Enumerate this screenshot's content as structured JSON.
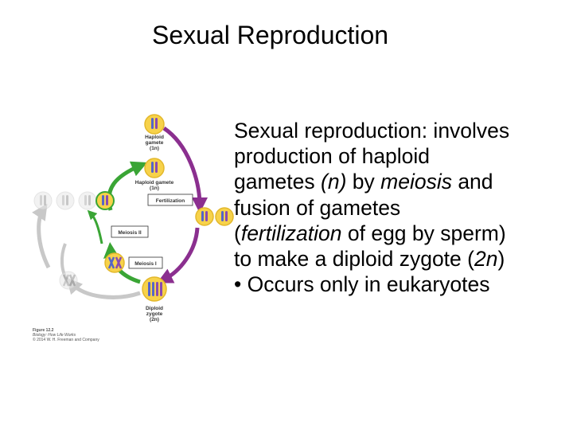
{
  "slide": {
    "title": "Sexual Reproduction",
    "body": {
      "l1_a": "Sexual reproduction: involves",
      "l2_a": "production of haploid",
      "l3_a": "gametes ",
      "l3_b": "(n)",
      "l3_c": " by ",
      "l3_d": "meiosis",
      "l3_e": " and",
      "l4_a": "fusion of gametes",
      "l5_a": "(",
      "l5_b": "fertilization",
      "l5_c": " of egg by sperm)",
      "l6_a": "to make a diploid zygote (",
      "l6_b": "2n",
      "l6_c": ")",
      "l7_a": "• Occurs only in eukaryotes"
    }
  },
  "diagram": {
    "labels": {
      "haploid_gamete": [
        "Haploid",
        "gamete",
        "(1n)"
      ],
      "haploid_gamete_2": [
        "Haploid gamete",
        "(1n)"
      ],
      "fertilization": "Fertilization",
      "meiosis_2": "Meiosis II",
      "meiosis_1": "Meiosis I",
      "diploid_zygote": [
        "Diploid",
        "zygote",
        "(2n)"
      ]
    },
    "caption": [
      "Figure 12.2",
      "Biology: How Life Works",
      "© 2014 W. H. Freeman and Company"
    ],
    "colors": {
      "purple_arrow": "#8b2f8f",
      "green_arrow": "#3aa535",
      "gray_arrow": "#c8c8c8",
      "cell_fill": "#f7d24a",
      "chromosome_blue": "#5565c8",
      "chromosome_purple": "#8a4ab0"
    }
  }
}
